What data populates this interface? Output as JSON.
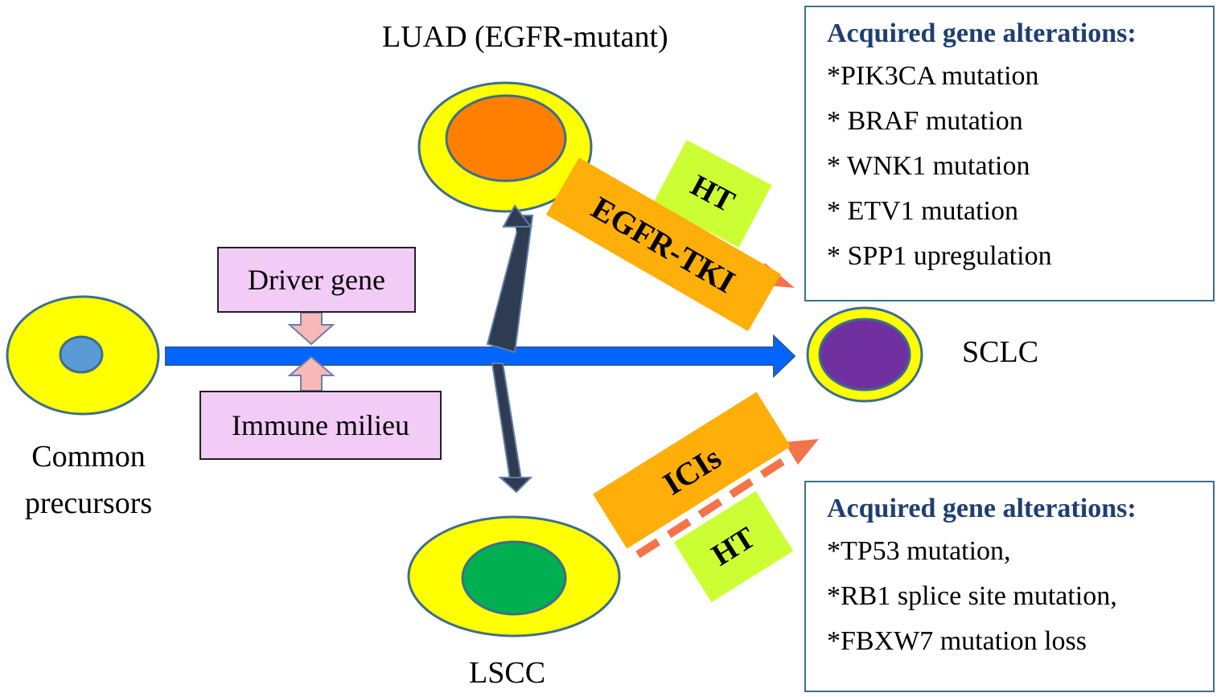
{
  "nodes": {
    "precursor_label_line1": "Common",
    "precursor_label_line2": "precursors",
    "luad_label": "LUAD (EGFR-mutant)",
    "lscc_label": "LSCC",
    "sclc_label": "SCLC"
  },
  "factors": {
    "driver_gene": "Driver gene",
    "immune_milieu": "Immune milieu"
  },
  "therapies": {
    "upper_ht": "HT",
    "upper_tki": "EGFR-TKI",
    "lower_icis": "ICIs",
    "lower_ht": "HT"
  },
  "alterations_luad": {
    "title": "Acquired gene alterations:",
    "items": [
      "*PIK3CA mutation",
      "* BRAF mutation",
      "* WNK1 mutation",
      "* ETV1 mutation",
      "* SPP1 upregulation"
    ]
  },
  "alterations_lscc": {
    "title": "Acquired gene alterations:",
    "items": [
      "*TP53 mutation,",
      "*RB1 splice site mutation,",
      "*FBXW7 mutation loss"
    ]
  },
  "colors": {
    "cell_outer": "#ffff00",
    "precursor_nucleus": "#5b9bd5",
    "luad_nucleus": "#ff8000",
    "lscc_nucleus": "#00b050",
    "sclc_nucleus": "#7030a0",
    "main_arrow": "#0066ff",
    "dashed_arrow": "#f4734a",
    "branch_arrow": "#2e3b52",
    "factor_box": "#f2ccf7",
    "factor_arrow": "#f7b8b8"
  }
}
